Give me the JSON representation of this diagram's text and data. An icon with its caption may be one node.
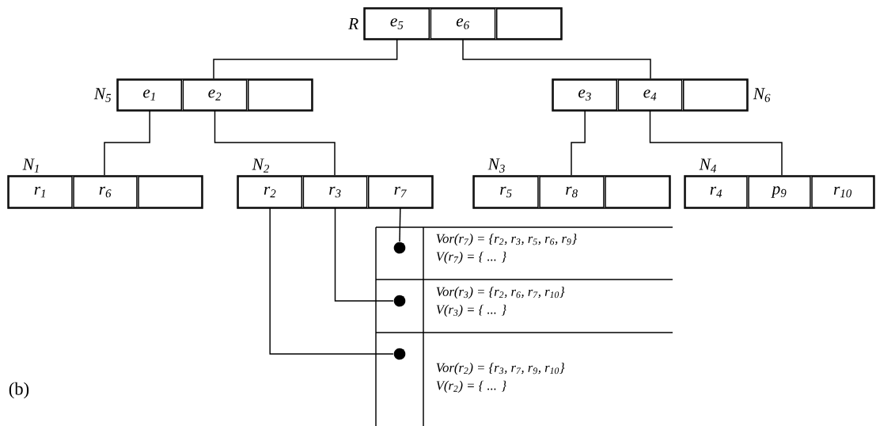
{
  "diagram": {
    "nodes": [
      {
        "text": [
          "R"
        ]
      },
      {
        "text": [
          "e$_{5}$"
        ],
        "in": 0
      },
      {
        "text": [
          "e$_{6}$"
        ],
        "in": 0
      },
      {
        "text": [],
        "shape": "box",
        "in": 0
      },
      {
        "text": [
          "N$_{5}$"
        ]
      },
      {
        "text": [
          "e$_{1}$"
        ],
        "in": 4
      },
      {
        "text": [
          "e$_{2}$"
        ],
        "in": 4
      },
      {
        "text": [],
        "shape": "box",
        "in": 4
      },
      {
        "text": [
          "N$_{6}$"
        ]
      },
      {
        "text": [
          "e$_{3}$"
        ],
        "in": 8
      },
      {
        "text": [
          "e$_{4}$"
        ],
        "in": 8
      },
      {
        "text": [],
        "shape": "box",
        "in": 8
      },
      {
        "text": [
          "N$_{1}$"
        ]
      },
      {
        "text": [
          "r$_{1}$"
        ],
        "in": 12
      },
      {
        "text": [
          "r$_{6}$"
        ],
        "in": 12
      },
      {
        "text": [],
        "shape": "box",
        "in": 12
      },
      {
        "text": [
          "N$_{2}$"
        ]
      },
      {
        "text": [
          "r$_{2}$"
        ],
        "in": 16
      },
      {
        "text": [
          "r$_{3}$"
        ],
        "in": 16
      },
      {
        "text": [
          "r$_{7}$"
        ],
        "in": 16
      },
      {
        "text": [
          "N$_{3}$"
        ]
      },
      {
        "text": [
          "r$_{5}$"
        ],
        "in": 20
      },
      {
        "text": [
          "r$_{8}$"
        ],
        "in": 20
      },
      {
        "text": [],
        "shape": "box",
        "in": 20
      },
      {
        "text": [
          "N$_{4}$"
        ]
      },
      {
        "text": [
          "r$_{4}$"
        ],
        "in": 24
      },
      {
        "text": [
          "p$_{9}$"
        ],
        "in": 24
      },
      {
        "text": [
          "r$_{10}$"
        ],
        "in": 24
      },
      {
        "text": [],
        "shape": "circle"
      },
      {
        "text": [
          "Vor(r$_{7}$) = {r$_{2}$, r$_{3}$, r$_{5}$, r$_{6}$, r$_{9}$}",
          "V(r$_{7}$) = { ... }"
        ]
      },
      {
        "text": [],
        "shape": "circle"
      },
      {
        "text": [
          "Vor(r$_{3}$) = {r$_{2}$, r$_{6}$, r$_{7}$, r$_{10}$}",
          "V(r$_{3}$) = { ... }"
        ]
      },
      {
        "text": [],
        "shape": "circle"
      },
      {
        "text": [
          "Vor(r$_{2}$) = {r$_{3}$, r$_{7}$, r$_{9}$, r$_{10}$}",
          "V(r$_{2}$) = { ... }"
        ]
      }
    ],
    "edges": [
      {
        "from": 1,
        "to": 4,
        "arrow": "none"
      },
      {
        "from": 2,
        "to": 8,
        "arrow": "none"
      },
      {
        "from": 5,
        "to": 12,
        "arrow": "none"
      },
      {
        "from": 6,
        "to": 16,
        "arrow": "none"
      },
      {
        "from": 9,
        "to": 20,
        "arrow": "none"
      },
      {
        "from": 10,
        "to": 24,
        "arrow": "none"
      },
      {
        "from": 19,
        "to": 28,
        "arrow": "none"
      },
      {
        "from": 18,
        "to": 30,
        "arrow": "none"
      },
      {
        "from": 17,
        "to": 32,
        "arrow": "none"
      }
    ],
    "labels": [
      "(b)"
    ]
  }
}
